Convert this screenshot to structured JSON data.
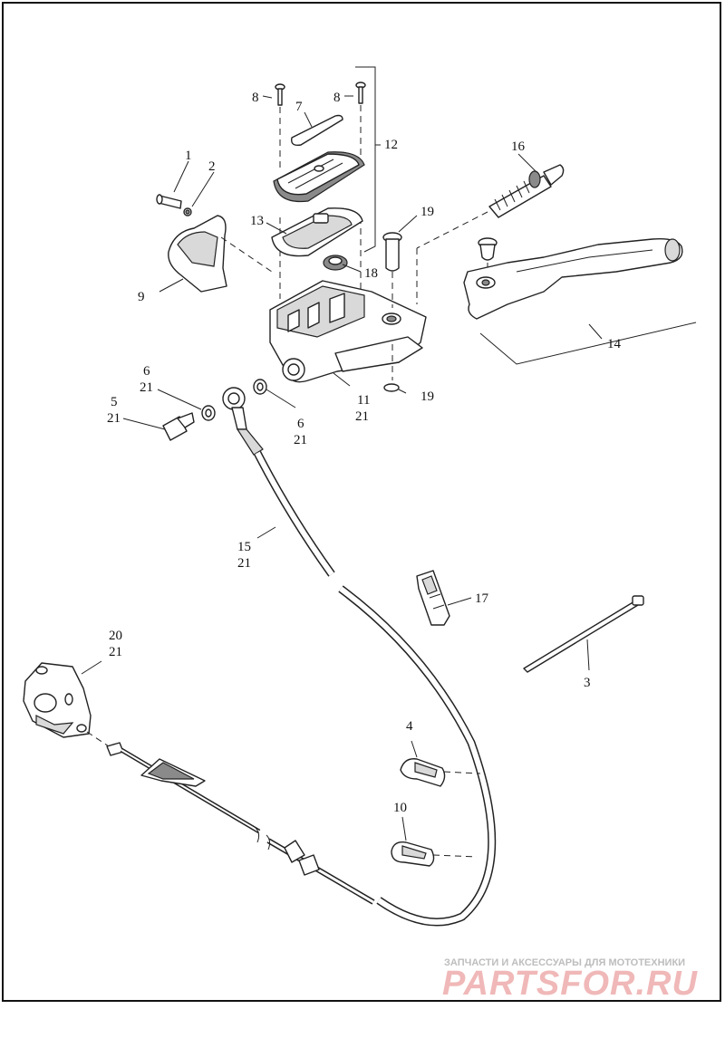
{
  "diagram": {
    "callouts": [
      {
        "id": "c1",
        "lines": [
          "1"
        ]
      },
      {
        "id": "c2",
        "lines": [
          "2"
        ]
      },
      {
        "id": "c3",
        "lines": [
          "3"
        ]
      },
      {
        "id": "c4",
        "lines": [
          "4"
        ]
      },
      {
        "id": "c5",
        "lines": [
          "5",
          "21"
        ]
      },
      {
        "id": "c6a",
        "lines": [
          "6",
          "21"
        ]
      },
      {
        "id": "c6b",
        "lines": [
          "6",
          "21"
        ]
      },
      {
        "id": "c7",
        "lines": [
          "7"
        ]
      },
      {
        "id": "c8a",
        "lines": [
          "8"
        ]
      },
      {
        "id": "c8b",
        "lines": [
          "8"
        ]
      },
      {
        "id": "c9",
        "lines": [
          "9"
        ]
      },
      {
        "id": "c10",
        "lines": [
          "10"
        ]
      },
      {
        "id": "c11",
        "lines": [
          "11",
          "21"
        ]
      },
      {
        "id": "c12",
        "lines": [
          "12"
        ]
      },
      {
        "id": "c13",
        "lines": [
          "13"
        ]
      },
      {
        "id": "c14",
        "lines": [
          "14"
        ]
      },
      {
        "id": "c15",
        "lines": [
          "15",
          "21"
        ]
      },
      {
        "id": "c16",
        "lines": [
          "16"
        ]
      },
      {
        "id": "c17",
        "lines": [
          "17"
        ]
      },
      {
        "id": "c18",
        "lines": [
          "18"
        ]
      },
      {
        "id": "c19a",
        "lines": [
          "19"
        ]
      },
      {
        "id": "c19b",
        "lines": [
          "19"
        ]
      },
      {
        "id": "c20",
        "lines": [
          "20",
          "21"
        ]
      }
    ]
  },
  "watermark": {
    "tagline": "ЗАПЧАСТИ И АКСЕССУАРЫ ДЛЯ МОТОТЕХНИКИ",
    "brand": "PARTSFOR.RU"
  },
  "colors": {
    "line": "#222222",
    "background": "#ffffff",
    "watermark_brand": "#f0b8b8"
  }
}
